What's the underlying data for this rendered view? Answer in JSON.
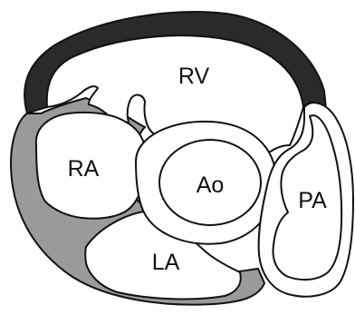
{
  "labels": {
    "rv": "RV",
    "ra": "RA",
    "ao": "Ao",
    "la": "LA",
    "pa": "PA"
  },
  "colors": {
    "outline": "#111111",
    "dark_wall": "#2a2a2a",
    "gray_wall": "#9a9a9a",
    "background": "#ffffff"
  }
}
